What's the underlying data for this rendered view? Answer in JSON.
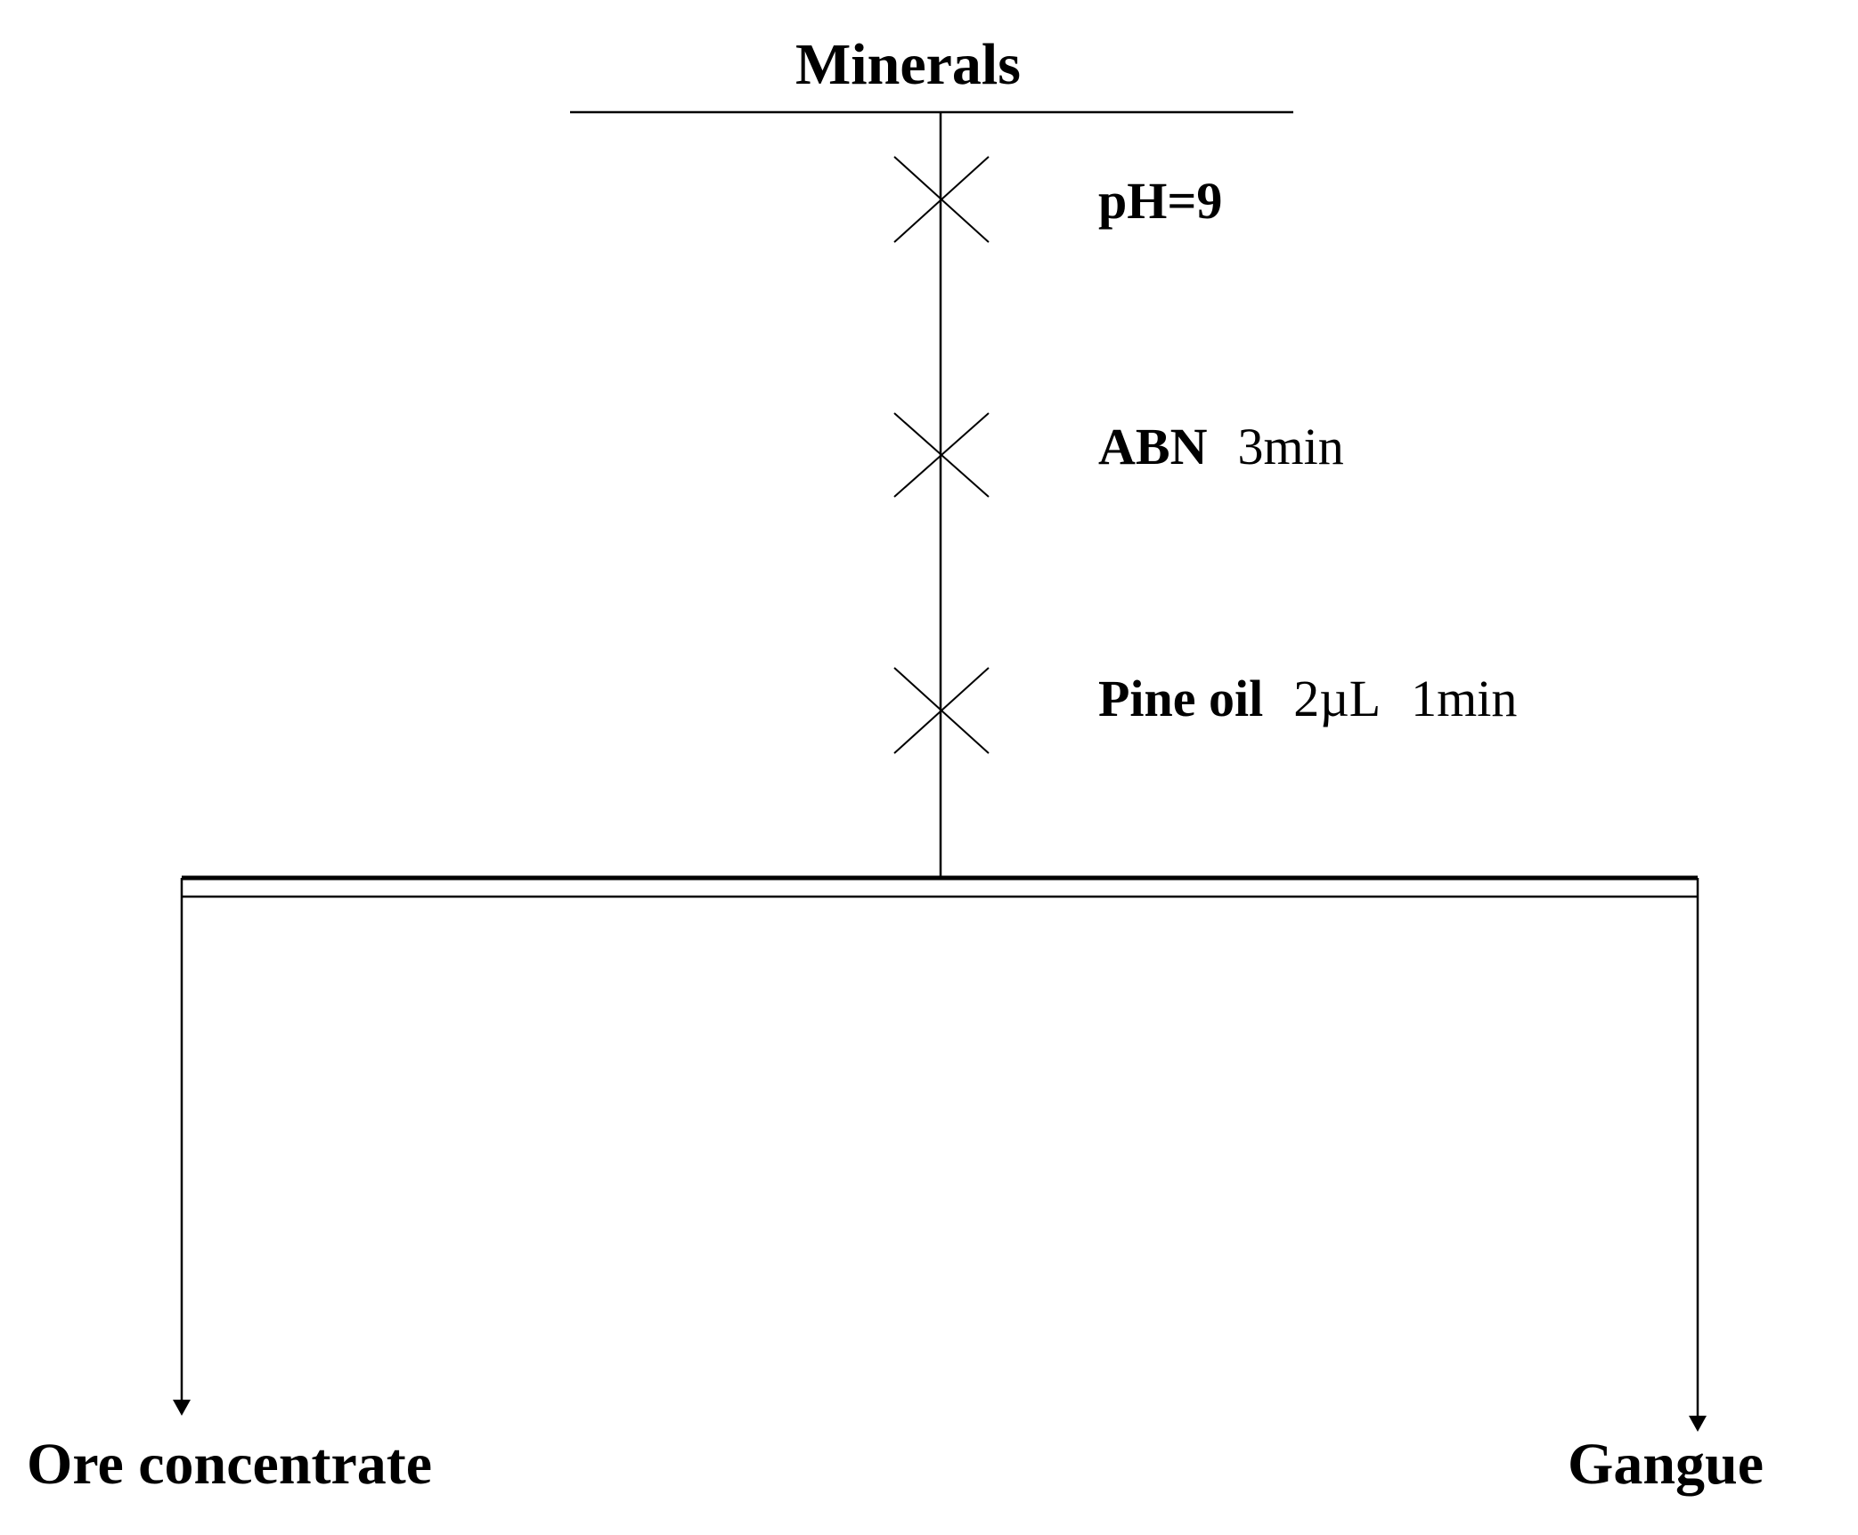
{
  "diagram": {
    "input_label": "Minerals",
    "steps": [
      {
        "reagent": "pH=9",
        "detail": "",
        "detail2": ""
      },
      {
        "reagent": "ABN",
        "detail": "3min",
        "detail2": ""
      },
      {
        "reagent": "Pine oil",
        "detail": "2µL",
        "detail2": "1min"
      }
    ],
    "outputs": {
      "left": "Ore concentrate",
      "right": "Gangue"
    }
  }
}
